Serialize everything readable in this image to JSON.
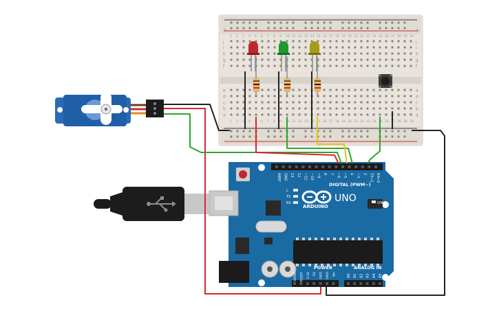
{
  "breadboard": {
    "row_letters_top": [
      "j",
      "i",
      "h",
      "g",
      "f"
    ],
    "row_letters_bottom": [
      "e",
      "d",
      "c",
      "b",
      "a"
    ],
    "column_numbers": [
      "1",
      "2",
      "3",
      "4",
      "5",
      "6",
      "7",
      "8",
      "9",
      "10",
      "11",
      "12",
      "13",
      "14",
      "15",
      "16",
      "17",
      "18",
      "19",
      "20",
      "21",
      "22",
      "23",
      "24",
      "25",
      "26",
      "27",
      "28",
      "29",
      "30"
    ]
  },
  "leds": [
    {
      "color_name": "red",
      "color": "#c0282d"
    },
    {
      "color_name": "green",
      "color": "#1f9a2f"
    },
    {
      "color_name": "yellow",
      "color": "#a89b16"
    }
  ],
  "arduino": {
    "brand": "ARDUINO",
    "model": "UNO",
    "digital_header_title": "DIGITAL (PWM~)",
    "digital_pins": [
      "AREF",
      "GND",
      "13",
      "12",
      "~11",
      "~10",
      "~9",
      "8",
      "7",
      "~6",
      "~5",
      "4",
      "~3",
      "2",
      "TX→1",
      "RX←0"
    ],
    "led_labels": [
      "L",
      "TX",
      "RX"
    ],
    "on_label": "ON",
    "power_title": "POWER",
    "power_pins": [
      "IOREF",
      "RESET",
      "3.3V",
      "5V",
      "GND",
      "GND",
      "Vin"
    ],
    "analog_title": "ANALOG IN",
    "analog_pins": [
      "A0",
      "A1",
      "A2",
      "A3",
      "A4",
      "A5"
    ],
    "board_color": "#1a6aa3"
  },
  "wire_colors": {
    "black": "#222222",
    "red": "#d8262b",
    "green": "#2aa52d",
    "yellow": "#e5c418"
  }
}
